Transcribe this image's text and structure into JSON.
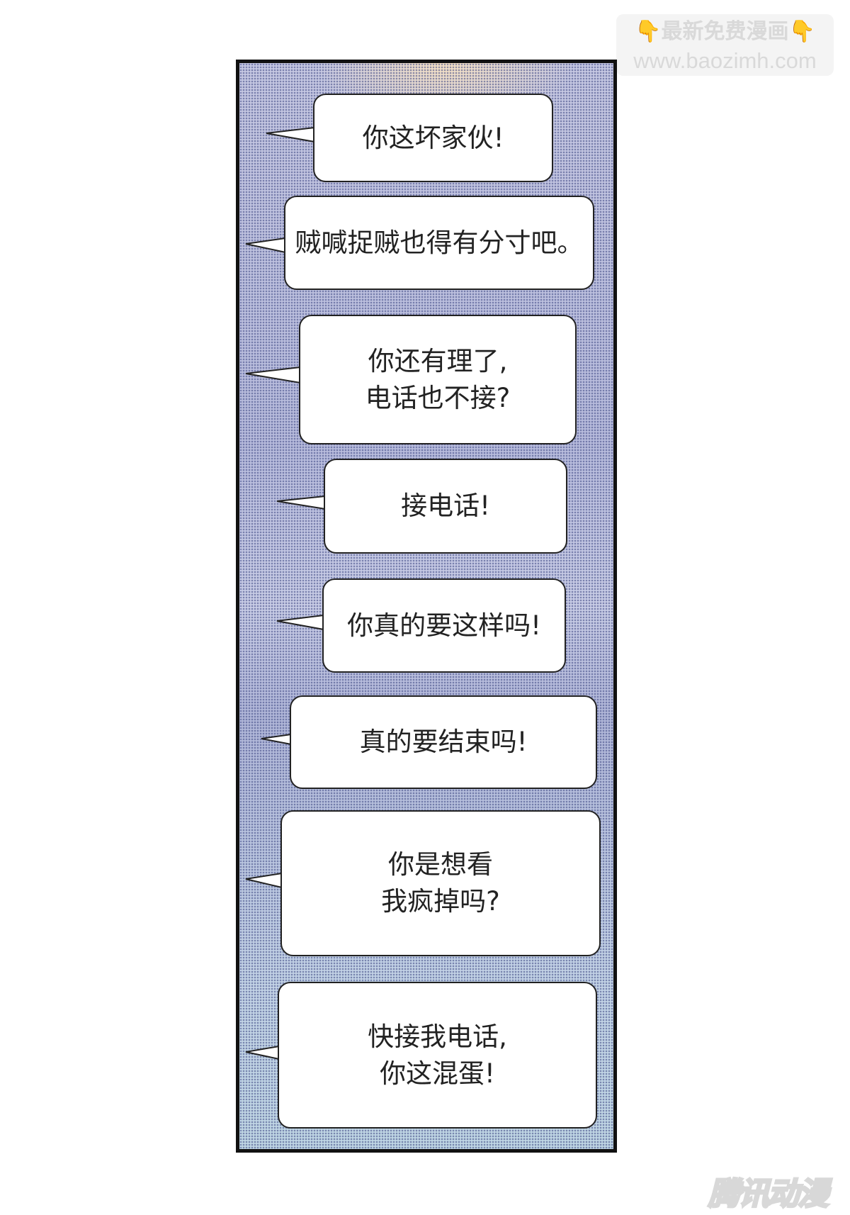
{
  "watermark": {
    "line1": "最新免费漫画",
    "line2": "www.baozimh.com",
    "icon": "pointing-down-hand-icon"
  },
  "bubbles": [
    {
      "text": "你这坏家伙!"
    },
    {
      "text": "贼喊捉贼也得有分寸吧。"
    },
    {
      "text": "你还有理了,\n电话也不接?"
    },
    {
      "text": "接电话!"
    },
    {
      "text": "你真的要这样吗!"
    },
    {
      "text": "真的要结束吗!"
    },
    {
      "text": "你是想看\n我疯掉吗?"
    },
    {
      "text": "快接我电话,\n你这混蛋!"
    }
  ],
  "logo": {
    "text": "腾讯动漫"
  }
}
